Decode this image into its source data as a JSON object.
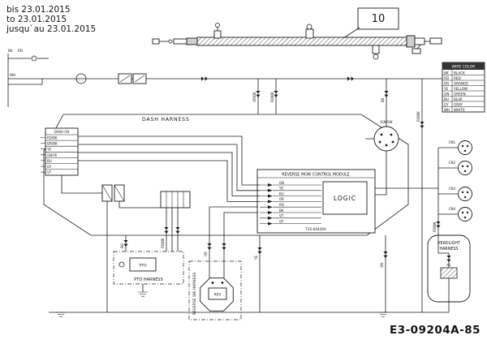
{
  "header": {
    "line1": "bis 23.01.2015",
    "line2": "to 23.01.2015",
    "line3": "jusqu`au 23.01.2015"
  },
  "callout": {
    "number": "10"
  },
  "titles": {
    "dash_harness": "DASH HARNESS",
    "pto_harness": "PTO HARNESS",
    "reverse_harness": "REVERSE SW HARNESS",
    "headlight_line1": "HEADLIGHT",
    "headlight_line2": "HARNESS",
    "drawing_number": "E3-09204A-85"
  },
  "module": {
    "title": "REVERSE MOW CONTROL MODULE",
    "logic": "LOGIC",
    "part": "735-04426A",
    "pins": [
      "GN",
      "YE",
      "BU",
      "OR",
      "RD",
      "BK",
      "VT",
      "GY"
    ]
  },
  "legend": {
    "title": "WIRE COLOR",
    "rows": [
      [
        "BK",
        "BLACK"
      ],
      [
        "RD",
        "RED"
      ],
      [
        "OR",
        "ORANGE"
      ],
      [
        "YE",
        "YELLOW"
      ],
      [
        "GN",
        "GREEN"
      ],
      [
        "BU",
        "BLUE"
      ],
      [
        "GY",
        "GRAY"
      ],
      [
        "WH",
        "WHITE"
      ]
    ]
  },
  "pin_table": {
    "title": "DASH CN",
    "rows": [
      "RD/BK",
      "OR/BK",
      "YE",
      "GN/YE",
      "BU",
      "GY",
      "VT"
    ]
  },
  "components": {
    "ignition": "IGN SW",
    "pto": "PTO",
    "headlamp": "HL",
    "reverse_switch": "REV",
    "plugs": [
      "CN1",
      "CN2",
      "CN3",
      "CN4"
    ]
  },
  "wire_labels": {
    "w1": "OR/BK",
    "w2": "RD/BK",
    "w3": "BK",
    "w4": "RD/BK",
    "w5": "BU",
    "w6": "RD/BK",
    "w7": "OR",
    "w8": "YE",
    "w9": "GN",
    "w10": "RD/BK",
    "tl1": "BK",
    "tl2": "RD",
    "tl3": "WH"
  }
}
